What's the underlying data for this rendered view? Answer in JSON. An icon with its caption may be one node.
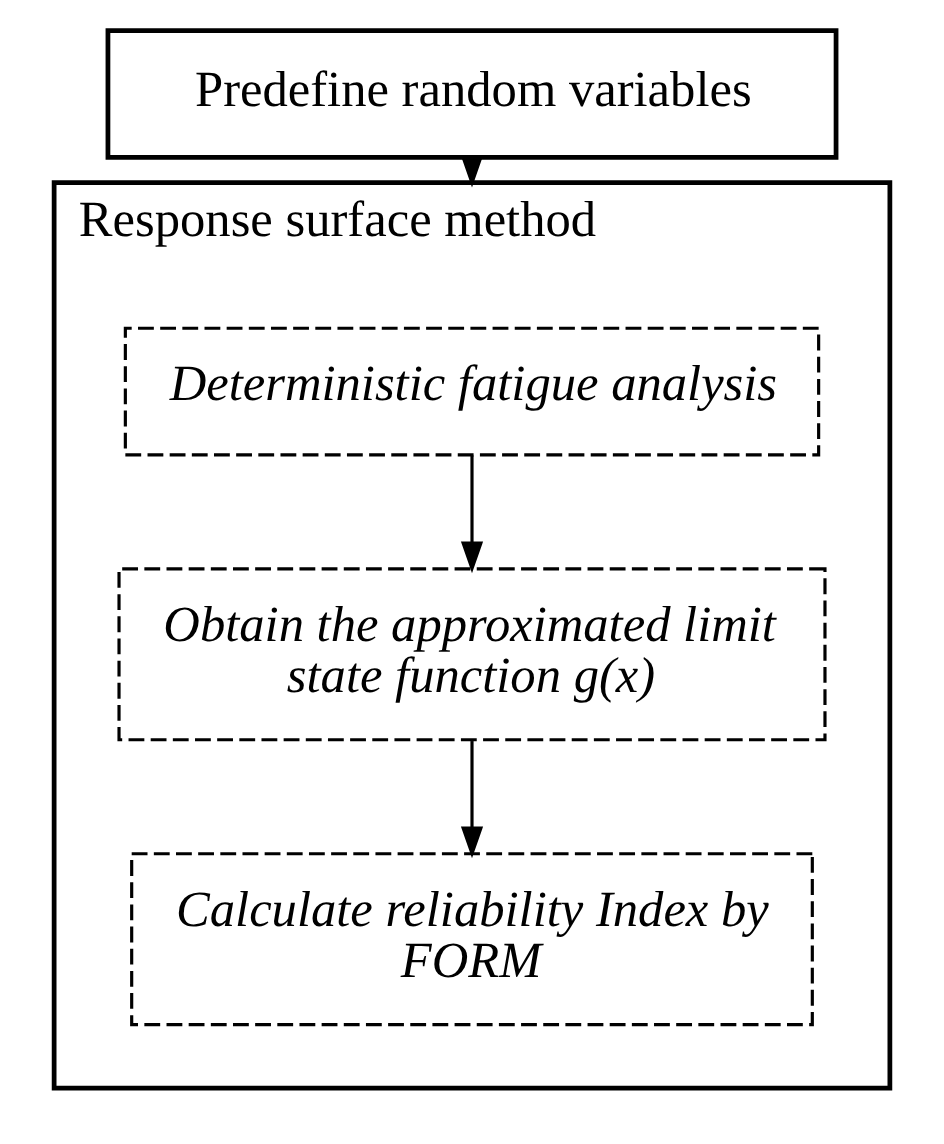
{
  "diagram": {
    "nodes": [
      {
        "text": [
          "Predefine random variables"
        ]
      },
      {
        "text": [
          "Response surface method"
        ]
      },
      {
        "text": [
          "Deterministic fatigue analysis"
        ],
        "in": 1
      },
      {
        "text": [
          "Obtain the approximated limit state function g(x)"
        ],
        "in": 1
      },
      {
        "text": [
          "Calculate reliability Index by FORM"
        ],
        "in": 1
      }
    ],
    "edges": [
      {
        "from": 0,
        "to": 1,
        "arrow": "to"
      },
      {
        "from": 2,
        "to": 3,
        "arrow": "to"
      },
      {
        "from": 3,
        "to": 4,
        "arrow": "to"
      }
    ]
  }
}
